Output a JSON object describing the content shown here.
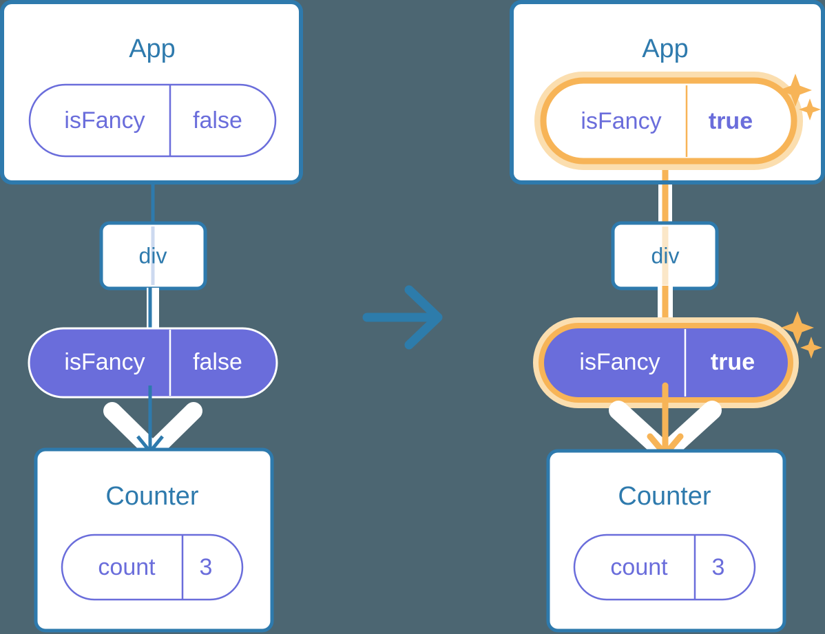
{
  "figure": {
    "type": "react-state-propagation-diagram",
    "background_color": "#4c6672",
    "transition_icon": "right-arrow-icon",
    "colors": {
      "box_border_blue": "#2e7aad",
      "box_fill": "#ffffff",
      "pill_purple": "#6a6ddb",
      "pill_outline_text": "#6a6ddb",
      "highlight_orange": "#f7b457",
      "highlight_glow": "#fbdeaf",
      "sparkle": "#f7b457",
      "title_blue": "#2e7aad",
      "white": "#ffffff"
    }
  },
  "left": {
    "app": {
      "title": "App",
      "pill": {
        "key": "isFancy",
        "value": "false",
        "style": "outline",
        "highlighted": false
      }
    },
    "div": {
      "label": "div"
    },
    "prop_pill": {
      "key": "isFancy",
      "value": "false",
      "style": "filled",
      "highlighted": false
    },
    "counter": {
      "title": "Counter",
      "pill": {
        "key": "count",
        "value": "3",
        "style": "outline",
        "highlighted": false
      }
    }
  },
  "right": {
    "app": {
      "title": "App",
      "pill": {
        "key": "isFancy",
        "value": "true",
        "style": "outline",
        "highlighted": true
      },
      "sparkle": "sparkles-icon"
    },
    "div": {
      "label": "div"
    },
    "prop_pill": {
      "key": "isFancy",
      "value": "true",
      "style": "filled",
      "highlighted": true,
      "sparkle": "sparkles-icon"
    },
    "counter": {
      "title": "Counter",
      "pill": {
        "key": "count",
        "value": "3",
        "style": "outline",
        "highlighted": false
      }
    }
  }
}
